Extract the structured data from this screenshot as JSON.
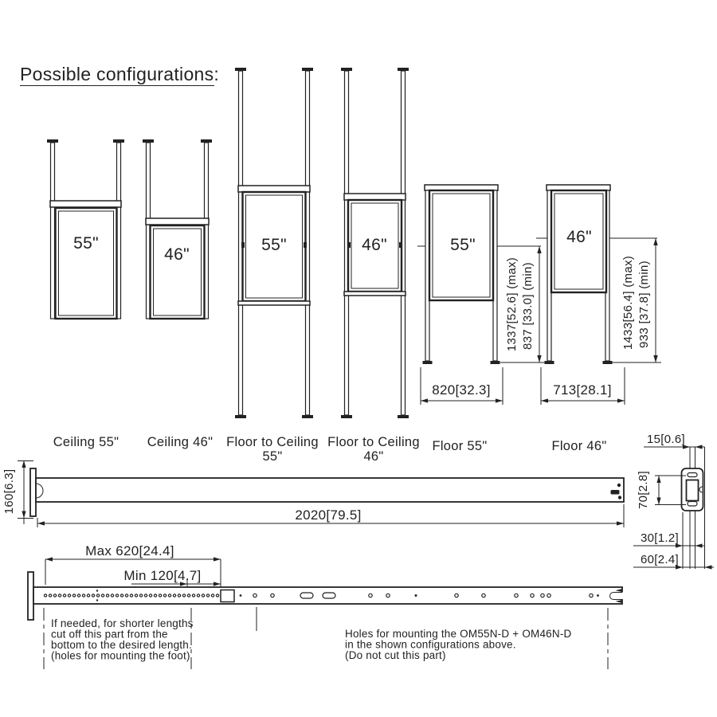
{
  "title": "Possible configurations:",
  "configs": [
    {
      "id": "ceiling-55",
      "label": "Ceiling 55\"",
      "screen": "55\""
    },
    {
      "id": "ceiling-46",
      "label": "Ceiling 46\"",
      "screen": "46\""
    },
    {
      "id": "floor-to-ceiling-55",
      "label_line1": "Floor to Ceiling",
      "label_line2": "55\"",
      "screen": "55\""
    },
    {
      "id": "floor-to-ceiling-46",
      "label_line1": "Floor to Ceiling",
      "label_line2": "46\"",
      "screen": "46\""
    },
    {
      "id": "floor-55",
      "label": "Floor 55\"",
      "screen": "55\"",
      "height_max": "1337[52.6] (max)",
      "height_min": "837 [33.0] (min)",
      "base_width": "820[32.3]"
    },
    {
      "id": "floor-46",
      "label": "Floor 46\"",
      "screen": "46\"",
      "height_max": "1433[56.4] (max)",
      "height_min": "933 [37.8] (min)",
      "base_width": "713[28.1]"
    }
  ],
  "pole_profile": {
    "height": "160[6.3]",
    "length": "2020[79.5]"
  },
  "pole_drilled": {
    "max_cut": "Max 620[24.4]",
    "min_cut": "Min 120[4.7]",
    "note_left_lines": [
      "If needed, for shorter lengths",
      "cut off this part from the",
      "bottom to the desired length.",
      "(holes for mounting the foot)"
    ],
    "note_right_lines": [
      "Holes for mounting the OM55N-D + OM46N-D",
      "in the shown configurations above.",
      "(Do not cut this part)"
    ]
  },
  "end_detail": {
    "width_top": "15[0.6]",
    "slot_height": "70[2.8]",
    "inner_width": "30[1.2]",
    "outer_width": "60[2.4]"
  },
  "colors": {
    "line": "#222222",
    "background": "#ffffff"
  }
}
